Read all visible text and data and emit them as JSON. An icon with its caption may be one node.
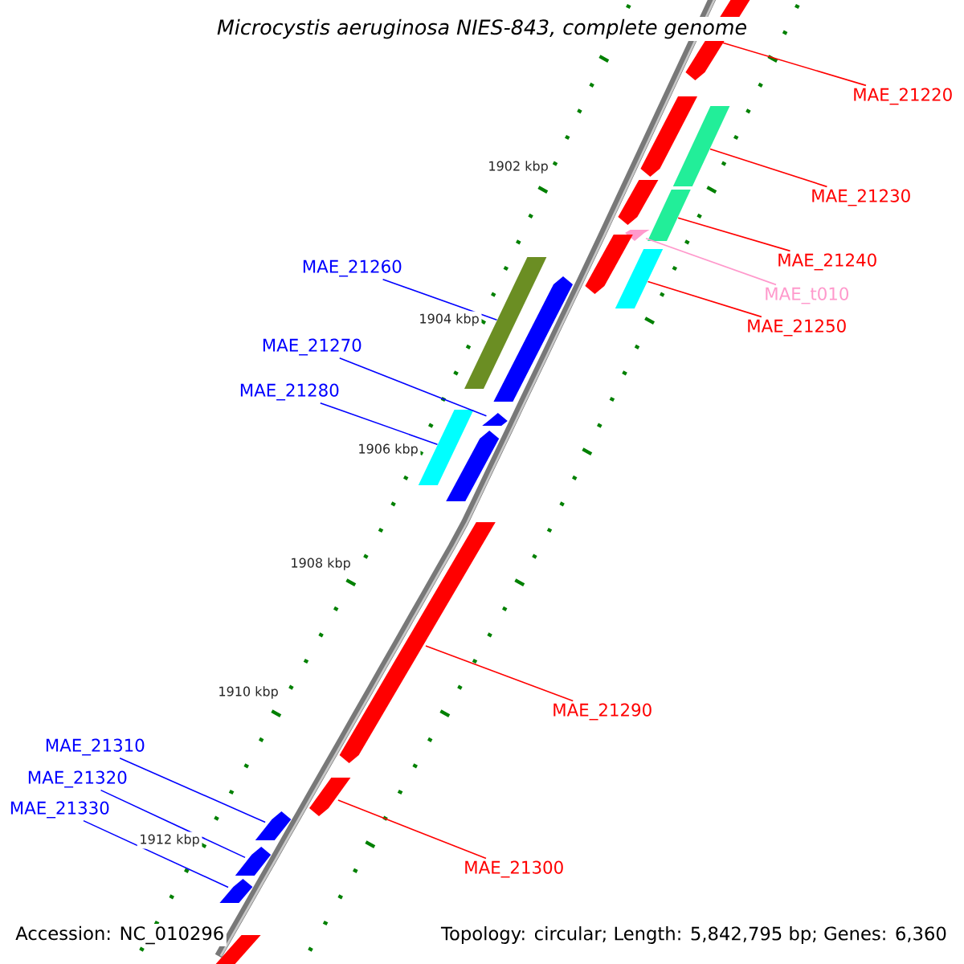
{
  "diagram": {
    "title": "Microcystis aeruginosa NIES-843, complete genome",
    "nodes": [
      {
        "text": [
          "MAE_21220"
        ]
      },
      {
        "text": [
          "MAE_21230"
        ]
      },
      {
        "text": [
          "MAE_21240"
        ]
      },
      {
        "text": [
          "MAE_t010"
        ]
      },
      {
        "text": [
          "MAE_21250"
        ]
      },
      {
        "text": [
          "MAE_21260"
        ]
      },
      {
        "text": [
          "MAE_21270"
        ]
      },
      {
        "text": [
          "MAE_21280"
        ]
      },
      {
        "text": [
          "MAE_21290"
        ]
      },
      {
        "text": [
          "MAE_21300"
        ]
      },
      {
        "text": [
          "MAE_21310"
        ]
      },
      {
        "text": [
          "MAE_21320"
        ]
      },
      {
        "text": [
          "MAE_21330"
        ]
      },
      {
        "text": [],
        "shape": "bar"
      },
      {
        "text": [],
        "shape": "bar"
      },
      {
        "text": [],
        "shape": "bar"
      },
      {
        "text": [],
        "shape": "bar"
      },
      {
        "text": [],
        "shape": "bar"
      },
      {
        "text": [],
        "shape": "bar"
      },
      {
        "text": [],
        "shape": "bar"
      },
      {
        "text": [],
        "shape": "bar"
      },
      {
        "text": [],
        "shape": "bar"
      },
      {
        "text": [],
        "shape": "bar"
      },
      {
        "text": [],
        "shape": "bar"
      },
      {
        "text": [],
        "shape": "bar"
      },
      {
        "text": [],
        "shape": "bar"
      },
      {
        "text": [],
        "shape": "bar"
      },
      {
        "text": [],
        "shape": "bar"
      },
      {
        "text": [],
        "shape": "bar"
      },
      {
        "text": [],
        "shape": "bar"
      },
      {
        "text": [],
        "shape": "bar"
      },
      {
        "text": [],
        "shape": "bar"
      }
    ],
    "edges": [
      {
        "from": 0,
        "to": 13,
        "arrow": "none",
        "color": "#ff0000"
      },
      {
        "from": 1,
        "to": 15,
        "arrow": "none",
        "color": "#ff0000"
      },
      {
        "from": 2,
        "to": 17,
        "arrow": "none",
        "color": "#ff0000"
      },
      {
        "from": 3,
        "to": 18,
        "arrow": "none",
        "color": "#ff99cc"
      },
      {
        "from": 4,
        "to": 20,
        "arrow": "none",
        "color": "#ff0000"
      },
      {
        "from": 5,
        "to": 21,
        "arrow": "none",
        "color": "#0000ff"
      },
      {
        "from": 6,
        "to": 24,
        "arrow": "none",
        "color": "#0000ff"
      },
      {
        "from": 7,
        "to": 23,
        "arrow": "none",
        "color": "#0000ff"
      },
      {
        "from": 8,
        "to": 26,
        "arrow": "none",
        "color": "#ff0000"
      },
      {
        "from": 9,
        "to": 27,
        "arrow": "none",
        "color": "#ff0000"
      },
      {
        "from": 10,
        "to": 28,
        "arrow": "none",
        "color": "#0000ff"
      },
      {
        "from": 11,
        "to": 29,
        "arrow": "none",
        "color": "#0000ff"
      },
      {
        "from": 12,
        "to": 30,
        "arrow": "none",
        "color": "#0000ff"
      }
    ],
    "labels": [
      "1902 kbp",
      "1904 kbp",
      "1906 kbp",
      "1908 kbp",
      "1910 kbp",
      "1912 kbp",
      "Accession: NC_010296",
      "Topology: circular; Length: 5,842,795 bp; Genes: 6,360"
    ]
  }
}
